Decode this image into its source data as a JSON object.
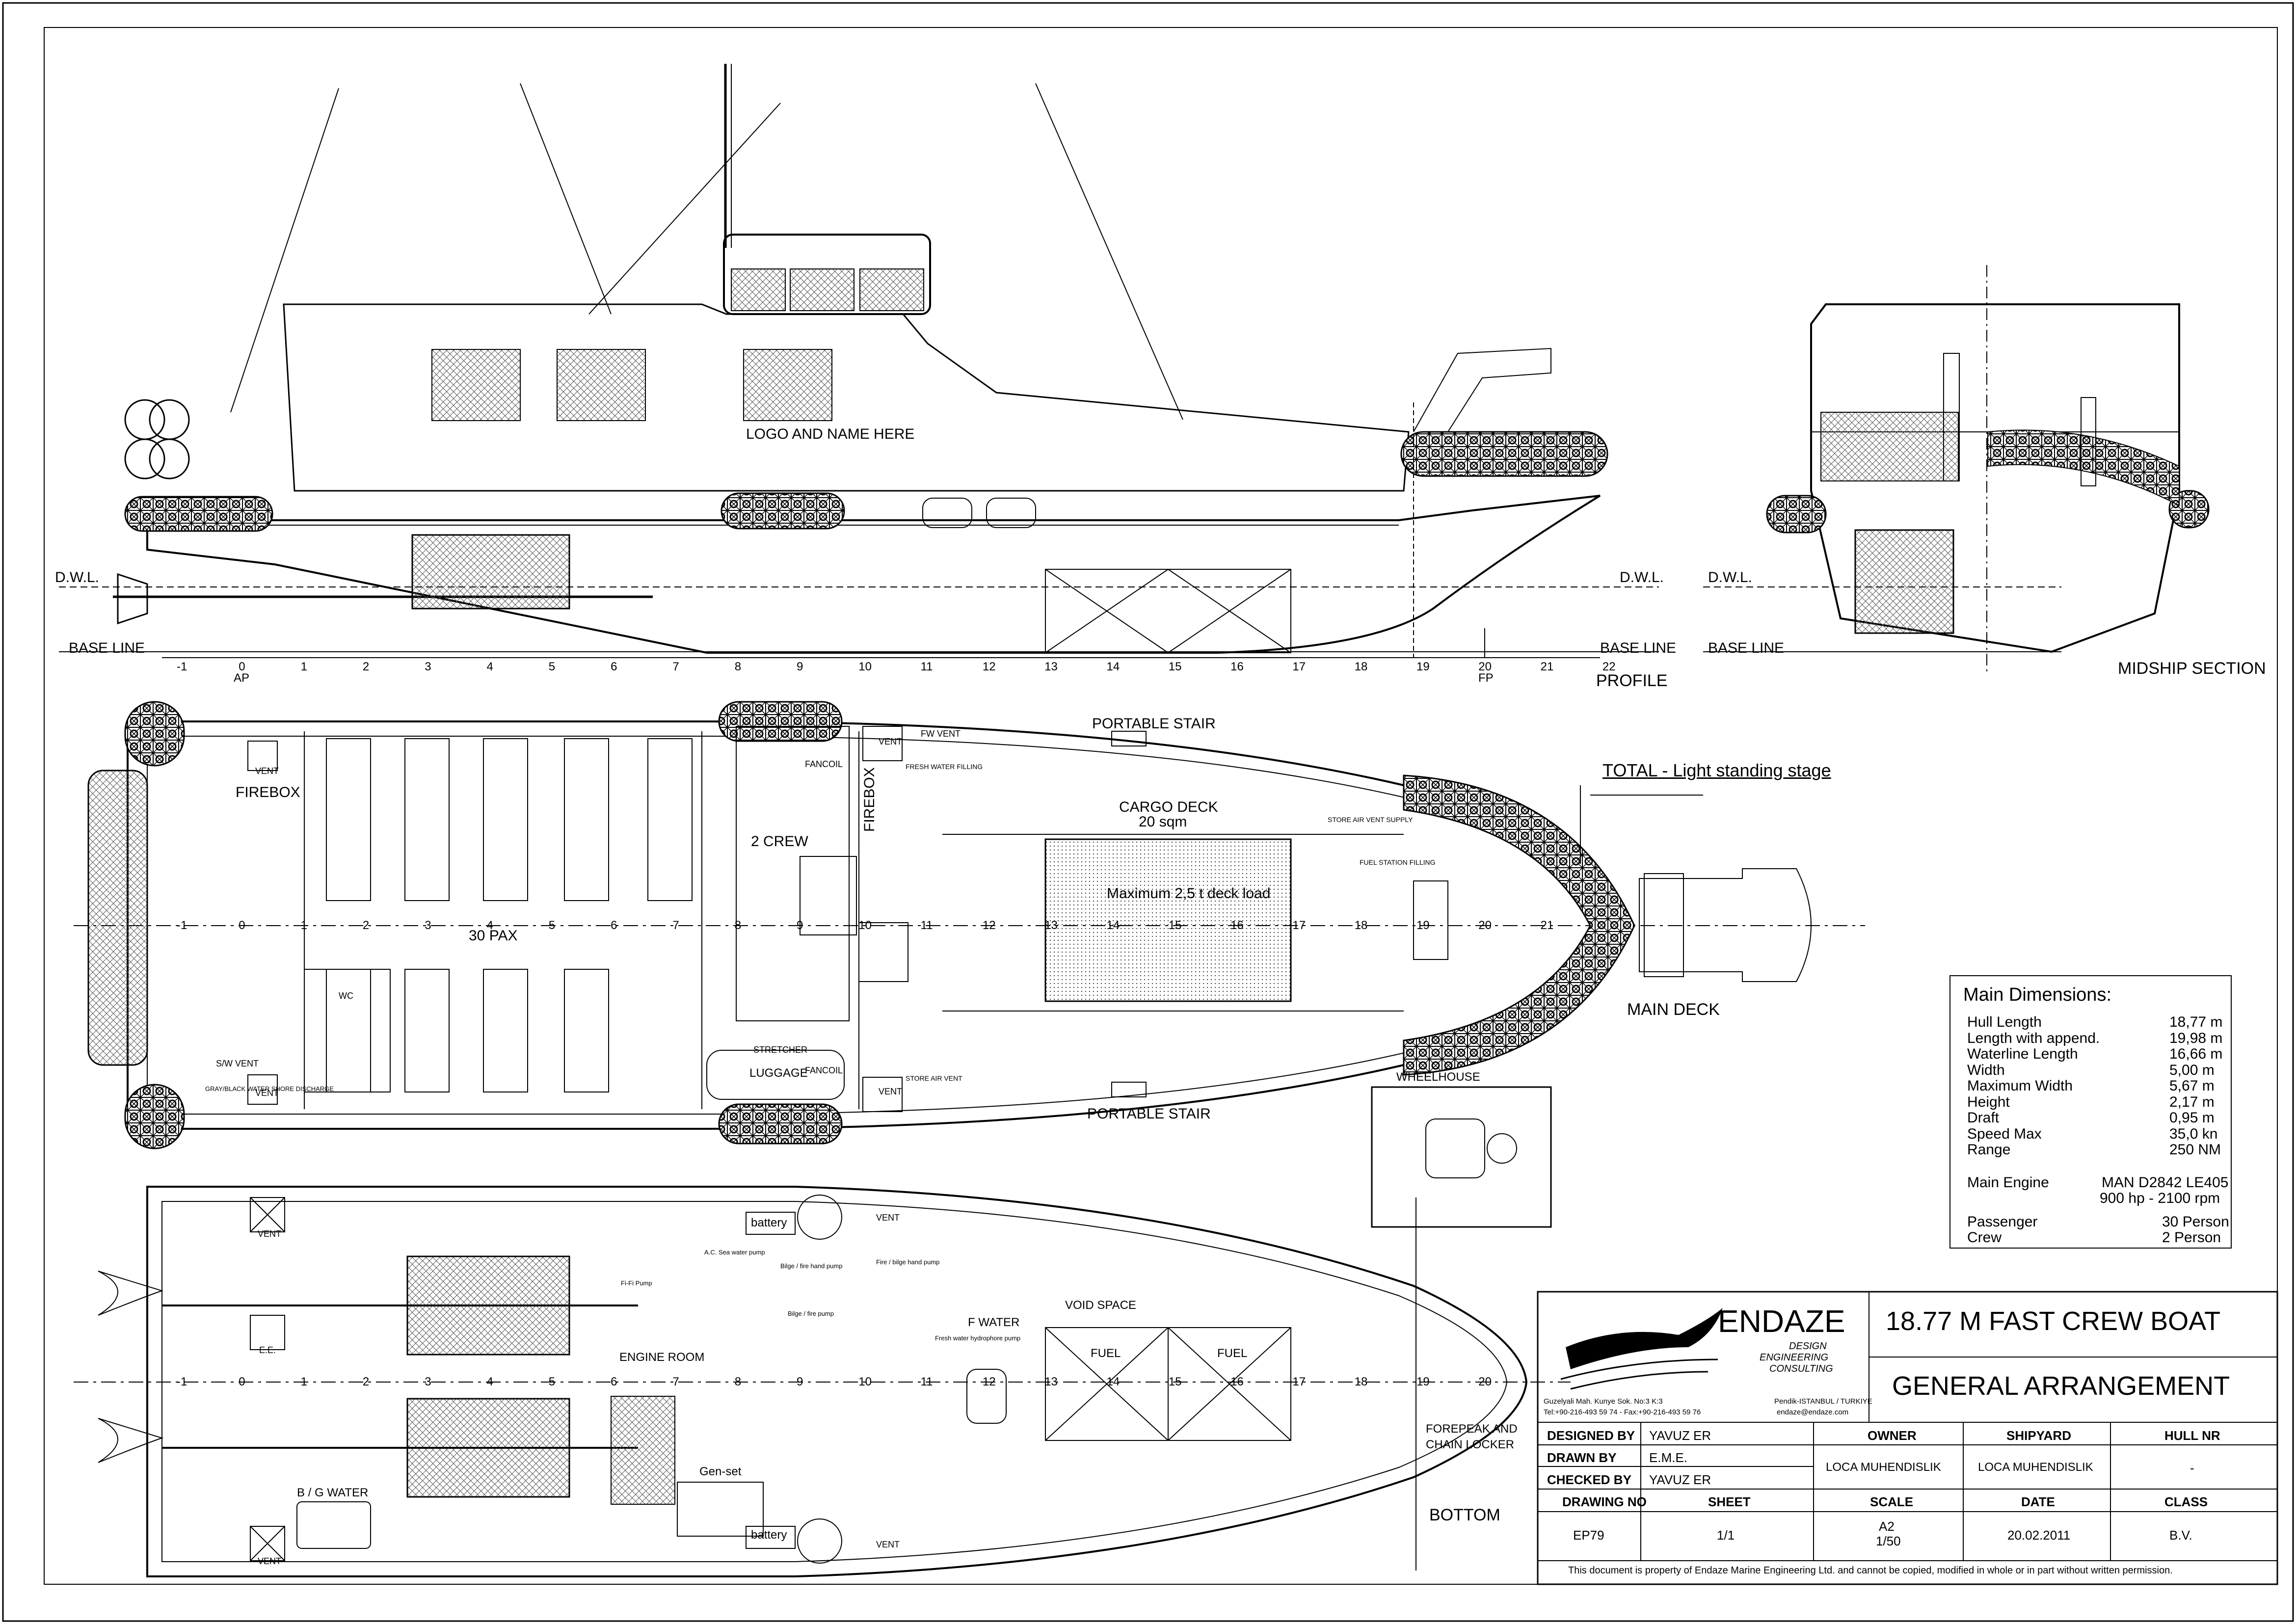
{
  "views": {
    "profile": {
      "title": "PROFILE",
      "dwl_left": "D.W.L.",
      "dwl_right": "D.W.L.",
      "base_left": "BASE LINE",
      "base_right": "BASE LINE",
      "logo_text": "LOGO AND NAME HERE",
      "ap": "AP",
      "fp": "FP",
      "stations": [
        "-1",
        "0",
        "1",
        "2",
        "3",
        "4",
        "5",
        "6",
        "7",
        "8",
        "9",
        "10",
        "11",
        "12",
        "13",
        "14",
        "15",
        "16",
        "17",
        "18",
        "19",
        "20",
        "21",
        "22"
      ]
    },
    "midship": {
      "title": "MIDSHIP SECTION",
      "dwl": "D.W.L.",
      "base": "BASE LINE"
    },
    "main_deck": {
      "title": "MAIN DECK",
      "firebox_left": "FIREBOX",
      "firebox_right": "FIREBOX",
      "pax": "30 PAX",
      "crew": "2 CREW",
      "cargo_deck": "CARGO DECK",
      "cargo_area": "20 sqm",
      "deck_load": "Maximum 2,5 t deck load",
      "portable_stair_top": "PORTABLE STAIR",
      "portable_stair_bottom": "PORTABLE STAIR",
      "luggage": "LUGGAGE",
      "stretcher": "STRETCHER",
      "fancoil_top": "FANCOIL",
      "fancoil_bottom": "FANCOIL",
      "vent_tl": "VENT",
      "vent_bl": "VENT",
      "vent_tr": "VENT",
      "vent_br": "VENT",
      "wc": "WC",
      "total_stage": "TOTAL - Light standing stage",
      "fw_vent": "FW VENT",
      "fresh_water_filling": "FRESH WATER FILLING",
      "store_air_vent": "STORE AIR VENT SUPPLY",
      "fuel_station_filling": "FUEL STATION FILLING",
      "store_air_vent_2": "STORE AIR VENT",
      "sw_vent": "S/W VENT",
      "grey_black": "GRAY/BLACK WATER SHORE DISCHARGE",
      "stations": [
        "-1",
        "0",
        "1",
        "2",
        "3",
        "4",
        "5",
        "6",
        "7",
        "8",
        "9",
        "10",
        "11",
        "12",
        "13",
        "14",
        "15",
        "16",
        "17",
        "18",
        "19",
        "20",
        "21"
      ],
      "wheelhouse": "WHEELHOUSE"
    },
    "bottom": {
      "title": "BOTTOM",
      "engine_room": "ENGINE ROOM",
      "void_space": "VOID SPACE",
      "fuel_1": "FUEL",
      "fuel_2": "FUEL",
      "f_water": "F WATER",
      "battery_top": "battery",
      "battery_bottom": "battery",
      "bg_water": "B / G WATER",
      "gen_set": "Gen-set",
      "forepeak": "FOREPEAK AND",
      "chain_locker": "CHAIN LOCKER",
      "vent_1": "VENT",
      "vent_2": "VENT",
      "vent_3": "VENT",
      "vent_4": "VENT",
      "ee": "E.E.",
      "ac_pump": "A.C. Sea water pump",
      "bilge_pump": "Bilge / fire hand pump",
      "fire_pump": "Fire / bilge hand pump",
      "ff_pump": "Fi-Fi Pump",
      "bilge_fire": "Bilge / fire pump",
      "fresh_water_pump": "Fresh water hydrophore pump",
      "stations": [
        "-1",
        "0",
        "1",
        "2",
        "3",
        "4",
        "5",
        "6",
        "7",
        "8",
        "9",
        "10",
        "11",
        "12",
        "13",
        "14",
        "15",
        "16",
        "17",
        "18",
        "19",
        "20"
      ]
    }
  },
  "main_dimensions": {
    "title": "Main Dimensions:",
    "rows": [
      {
        "label": "Hull Length",
        "value": "18,77 m"
      },
      {
        "label": "Length with append.",
        "value": "19,98 m"
      },
      {
        "label": "Waterline Length",
        "value": "16,66 m"
      },
      {
        "label": "Width",
        "value": "5,00 m"
      },
      {
        "label": "Maximum Width",
        "value": "5,67 m"
      },
      {
        "label": "Height",
        "value": "2,17 m"
      },
      {
        "label": "Draft",
        "value": "0,95 m"
      },
      {
        "label": "Speed Max",
        "value": "35,0 kn"
      },
      {
        "label": "Range",
        "value": "250 NM"
      }
    ],
    "engine_label": "Main Engine",
    "engine_value_1": "MAN D2842 LE405",
    "engine_value_2": "900 hp - 2100 rpm",
    "rows2": [
      {
        "label": "Passenger",
        "value": "30 Person"
      },
      {
        "label": "Crew",
        "value": "2 Person"
      }
    ]
  },
  "title_block": {
    "company": "ENDAZE",
    "tagline_1": "DESIGN",
    "tagline_2": "ENGINEERING",
    "tagline_3": "CONSULTING",
    "address_1": "Guzelyali Mah. Kunye Sok. No:3 K:3",
    "address_2": "Pendik-ISTANBUL / TURKIYE",
    "phone": "Tel:+90-216-493 59 74 - Fax:+90-216-493 59 76",
    "email": "endaze@endaze.com",
    "project": "18.77 M FAST CREW BOAT",
    "drawing_title": "GENERAL ARRANGEMENT",
    "designed_by_label": "DESIGNED BY",
    "designed_by": "YAVUZ ER",
    "drawn_by_label": "DRAWN BY",
    "drawn_by": "E.M.E.",
    "checked_by_label": "CHECKED BY",
    "checked_by": "YAVUZ ER",
    "owner_label": "OWNER",
    "owner": "LOCA MUHENDISLIK",
    "shipyard_label": "SHIPYARD",
    "shipyard": "LOCA MUHENDISLIK",
    "hull_nr_label": "HULL NR",
    "hull_nr": "-",
    "drawing_no_label": "DRAWING NO",
    "drawing_no": "EP79",
    "sheet_label": "SHEET",
    "sheet": "1/1",
    "scale_label": "SCALE",
    "scale_1": "A2",
    "scale_2": "1/50",
    "date_label": "DATE",
    "date": "20.02.2011",
    "class_label": "CLASS",
    "class": "B.V.",
    "disclaimer": "This document is property of  Endaze Marine Engineering Ltd. and cannot be copied, modified in whole or in part without written permission."
  }
}
